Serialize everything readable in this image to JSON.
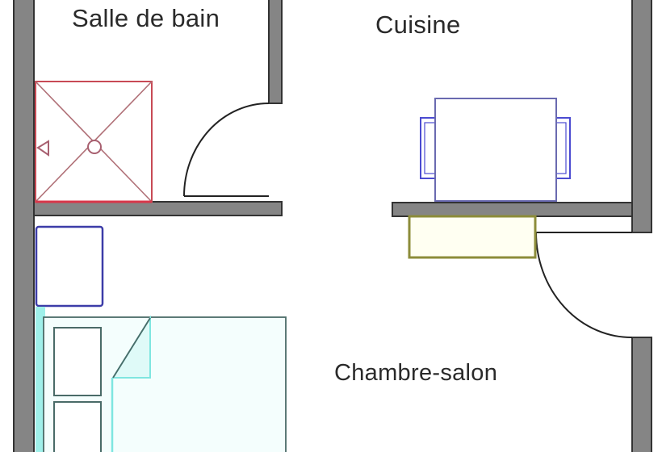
{
  "rooms": {
    "bathroom": {
      "label": "Salle de bain"
    },
    "kitchen": {
      "label": "Cuisine"
    },
    "living": {
      "label": "Chambre-salon"
    }
  },
  "colors": {
    "wall_fill": "#858585",
    "wall_edge": "#333333",
    "shower": "#d9374a",
    "table": "#4b4bd1",
    "nightstand": "#3c3ca8",
    "appliance": "#8c8c3a",
    "bed": "#7fe6e0",
    "bed_line": "#4a6b68",
    "door_arc": "#222222"
  },
  "furniture": [
    {
      "type": "shower",
      "room": "bathroom"
    },
    {
      "type": "table-with-chairs",
      "room": "kitchen"
    },
    {
      "type": "counter-appliance",
      "room": "kitchen"
    },
    {
      "type": "nightstand",
      "room": "living"
    },
    {
      "type": "double-bed",
      "room": "living"
    }
  ]
}
